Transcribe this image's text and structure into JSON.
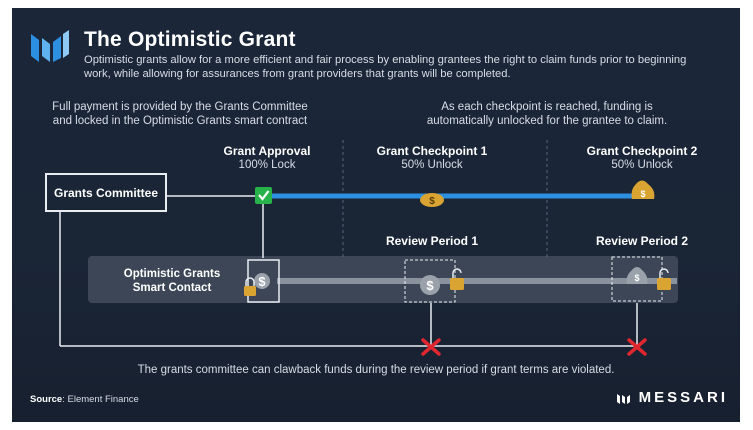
{
  "header": {
    "title": "The Optimistic Grant",
    "subtitle": "Optimistic grants allow for a more efficient and fair process by enabling grantees the right to claim funds prior to beginning work, while allowing for assurances from grant providers that grants will be completed."
  },
  "intro": {
    "left_line1": "Full payment is provided by the Grants Committee",
    "left_line2": "and locked in the Optimistic Grants smart contract",
    "right_line1": "As each checkpoint is reached, funding is",
    "right_line2": "automatically unlocked for the grantee to claim."
  },
  "nodes": {
    "grants_committee": "Grants Committee",
    "smart_contract_line1": "Optimistic Grants",
    "smart_contract_line2": "Smart Contact"
  },
  "stages": {
    "approval_title": "Grant Approval",
    "approval_sub": "100% Lock",
    "checkpoint1_title": "Grant Checkpoint 1",
    "checkpoint1_sub": "50% Unlock",
    "checkpoint2_title": "Grant Checkpoint 2",
    "checkpoint2_sub": "50% Unlock",
    "review1": "Review Period 1",
    "review2": "Review Period 2"
  },
  "footer": {
    "note": "The grants committee can clawback funds during the review period if grant terms are violated.",
    "source_label": "Source",
    "source_value": ": Element Finance",
    "brand": "MESSARI"
  },
  "colors": {
    "background": "#1a2436",
    "blue_flow": "#2d8fe0",
    "check_green": "#28b34a",
    "clawback_red": "#e0262f",
    "coin_gold": "#d9a431"
  },
  "icons": [
    "messari-logo-icon",
    "check-icon",
    "coin-icon",
    "money-bag-icon",
    "lock-icon",
    "clawback-x-icon"
  ]
}
